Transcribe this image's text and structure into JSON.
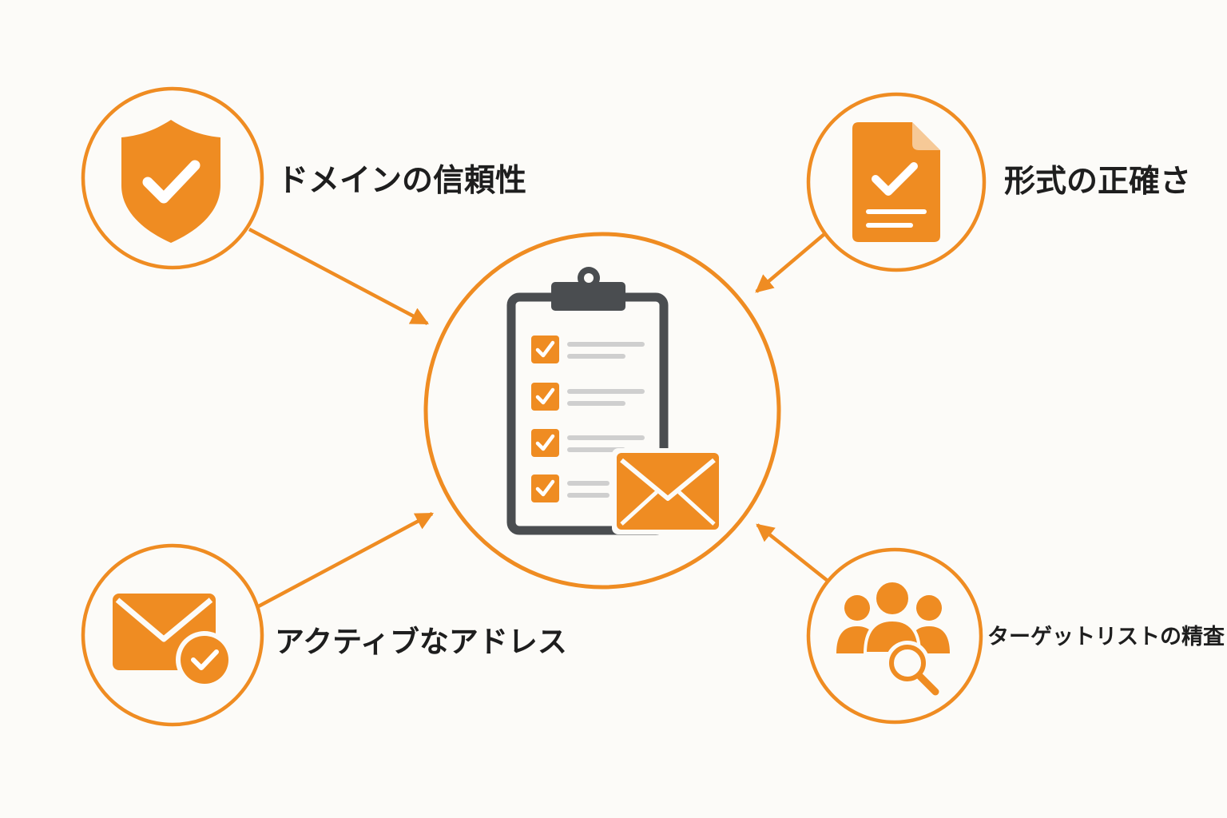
{
  "colors": {
    "accent": "#ef8c22",
    "dark": "#4a4d50",
    "line_gray": "#cfcfcf",
    "background": "#fcfbf8",
    "text": "#1e1e1e"
  },
  "center": {
    "icon": "clipboard-checklist-with-envelope-icon"
  },
  "nodes": [
    {
      "id": "domain",
      "label": "ドメインの信頼性",
      "icon": "shield-check-icon"
    },
    {
      "id": "format",
      "label": "形式の正確さ",
      "icon": "document-check-icon"
    },
    {
      "id": "active",
      "label": "アクティブなアドレス",
      "icon": "envelope-check-icon"
    },
    {
      "id": "target",
      "label": "ターゲットリストの精査",
      "icon": "people-search-icon"
    }
  ]
}
